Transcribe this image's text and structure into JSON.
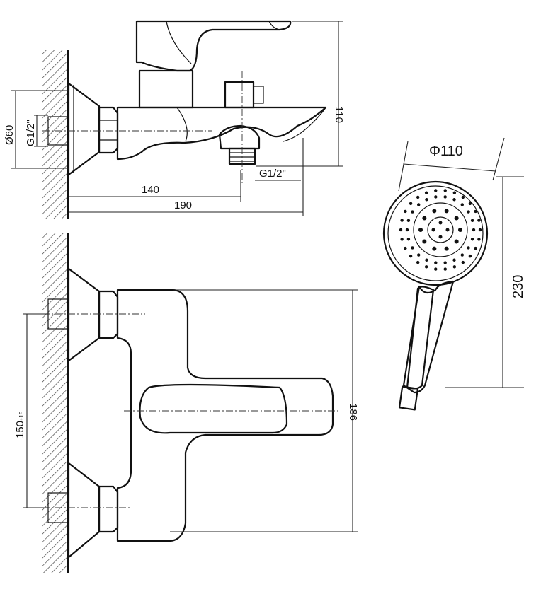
{
  "top_view": {
    "dim_diameter": "Ø60",
    "dim_inlet_thread": "G1/2\"",
    "dim_outlet_thread": "G1/2\"",
    "dim_140": "140",
    "dim_190": "190",
    "dim_110": "110"
  },
  "front_view": {
    "dim_centers": "150",
    "dim_centers_tol": "±15",
    "dim_186": "186"
  },
  "hand_shower": {
    "dim_diameter": "Φ110",
    "dim_length": "230"
  }
}
